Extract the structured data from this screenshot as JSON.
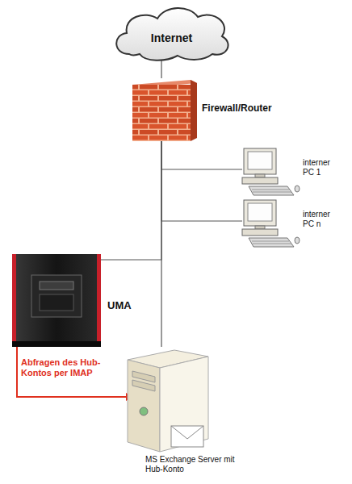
{
  "diagram": {
    "nodes": [
      {
        "text": [
          "Internet"
        ]
      },
      {
        "text": [
          "Firewall/Router"
        ]
      },
      {
        "text": [
          "interner PC 1"
        ]
      },
      {
        "text": [
          "interner PC n"
        ]
      },
      {
        "text": [
          "UMA"
        ]
      },
      {
        "text": [
          "MS Exchange Server mit Hub-Konto"
        ]
      }
    ],
    "edges": [
      {
        "from": 0,
        "to": 1,
        "arrow": "none"
      },
      {
        "from": 1,
        "to": 2,
        "arrow": "none"
      },
      {
        "from": 1,
        "to": 3,
        "arrow": "none"
      },
      {
        "from": 1,
        "to": 4,
        "arrow": "none"
      },
      {
        "from": 1,
        "to": 5,
        "arrow": "none"
      },
      {
        "from": 4,
        "to": 5,
        "label": "Abfragen des Hub-Kontos per IMAP",
        "arrow": "to"
      }
    ]
  }
}
